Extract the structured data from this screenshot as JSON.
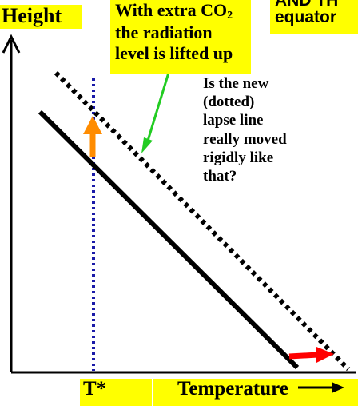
{
  "labels": {
    "height": "Height",
    "co2_line1": "With extra CO",
    "co2_sub": "2",
    "co2_line2": "the radiation",
    "co2_line3": "level is lifted up",
    "top_right_line1": "AND TH",
    "top_right_line2": "equator",
    "question_line1": "Is the new",
    "question_line2": "(dotted)",
    "question_line3": "lapse line",
    "question_line4": "really moved",
    "question_line5": "rigidly like",
    "question_line6": "that?",
    "tstar": "T*",
    "temperature": "Temperature"
  },
  "colors": {
    "label_background": "#ffff00",
    "axes": "#000000",
    "solid_lapse_line": "#000000",
    "dotted_lapse_line": "#000000",
    "radiation_level_line": "#1a1aa8",
    "lift_arrow": "#ff8c00",
    "pointer_arrow": "#22cc22",
    "shift_arrow": "#ff0000"
  },
  "icons": {
    "axis_arrow": "arrow-right-icon"
  }
}
